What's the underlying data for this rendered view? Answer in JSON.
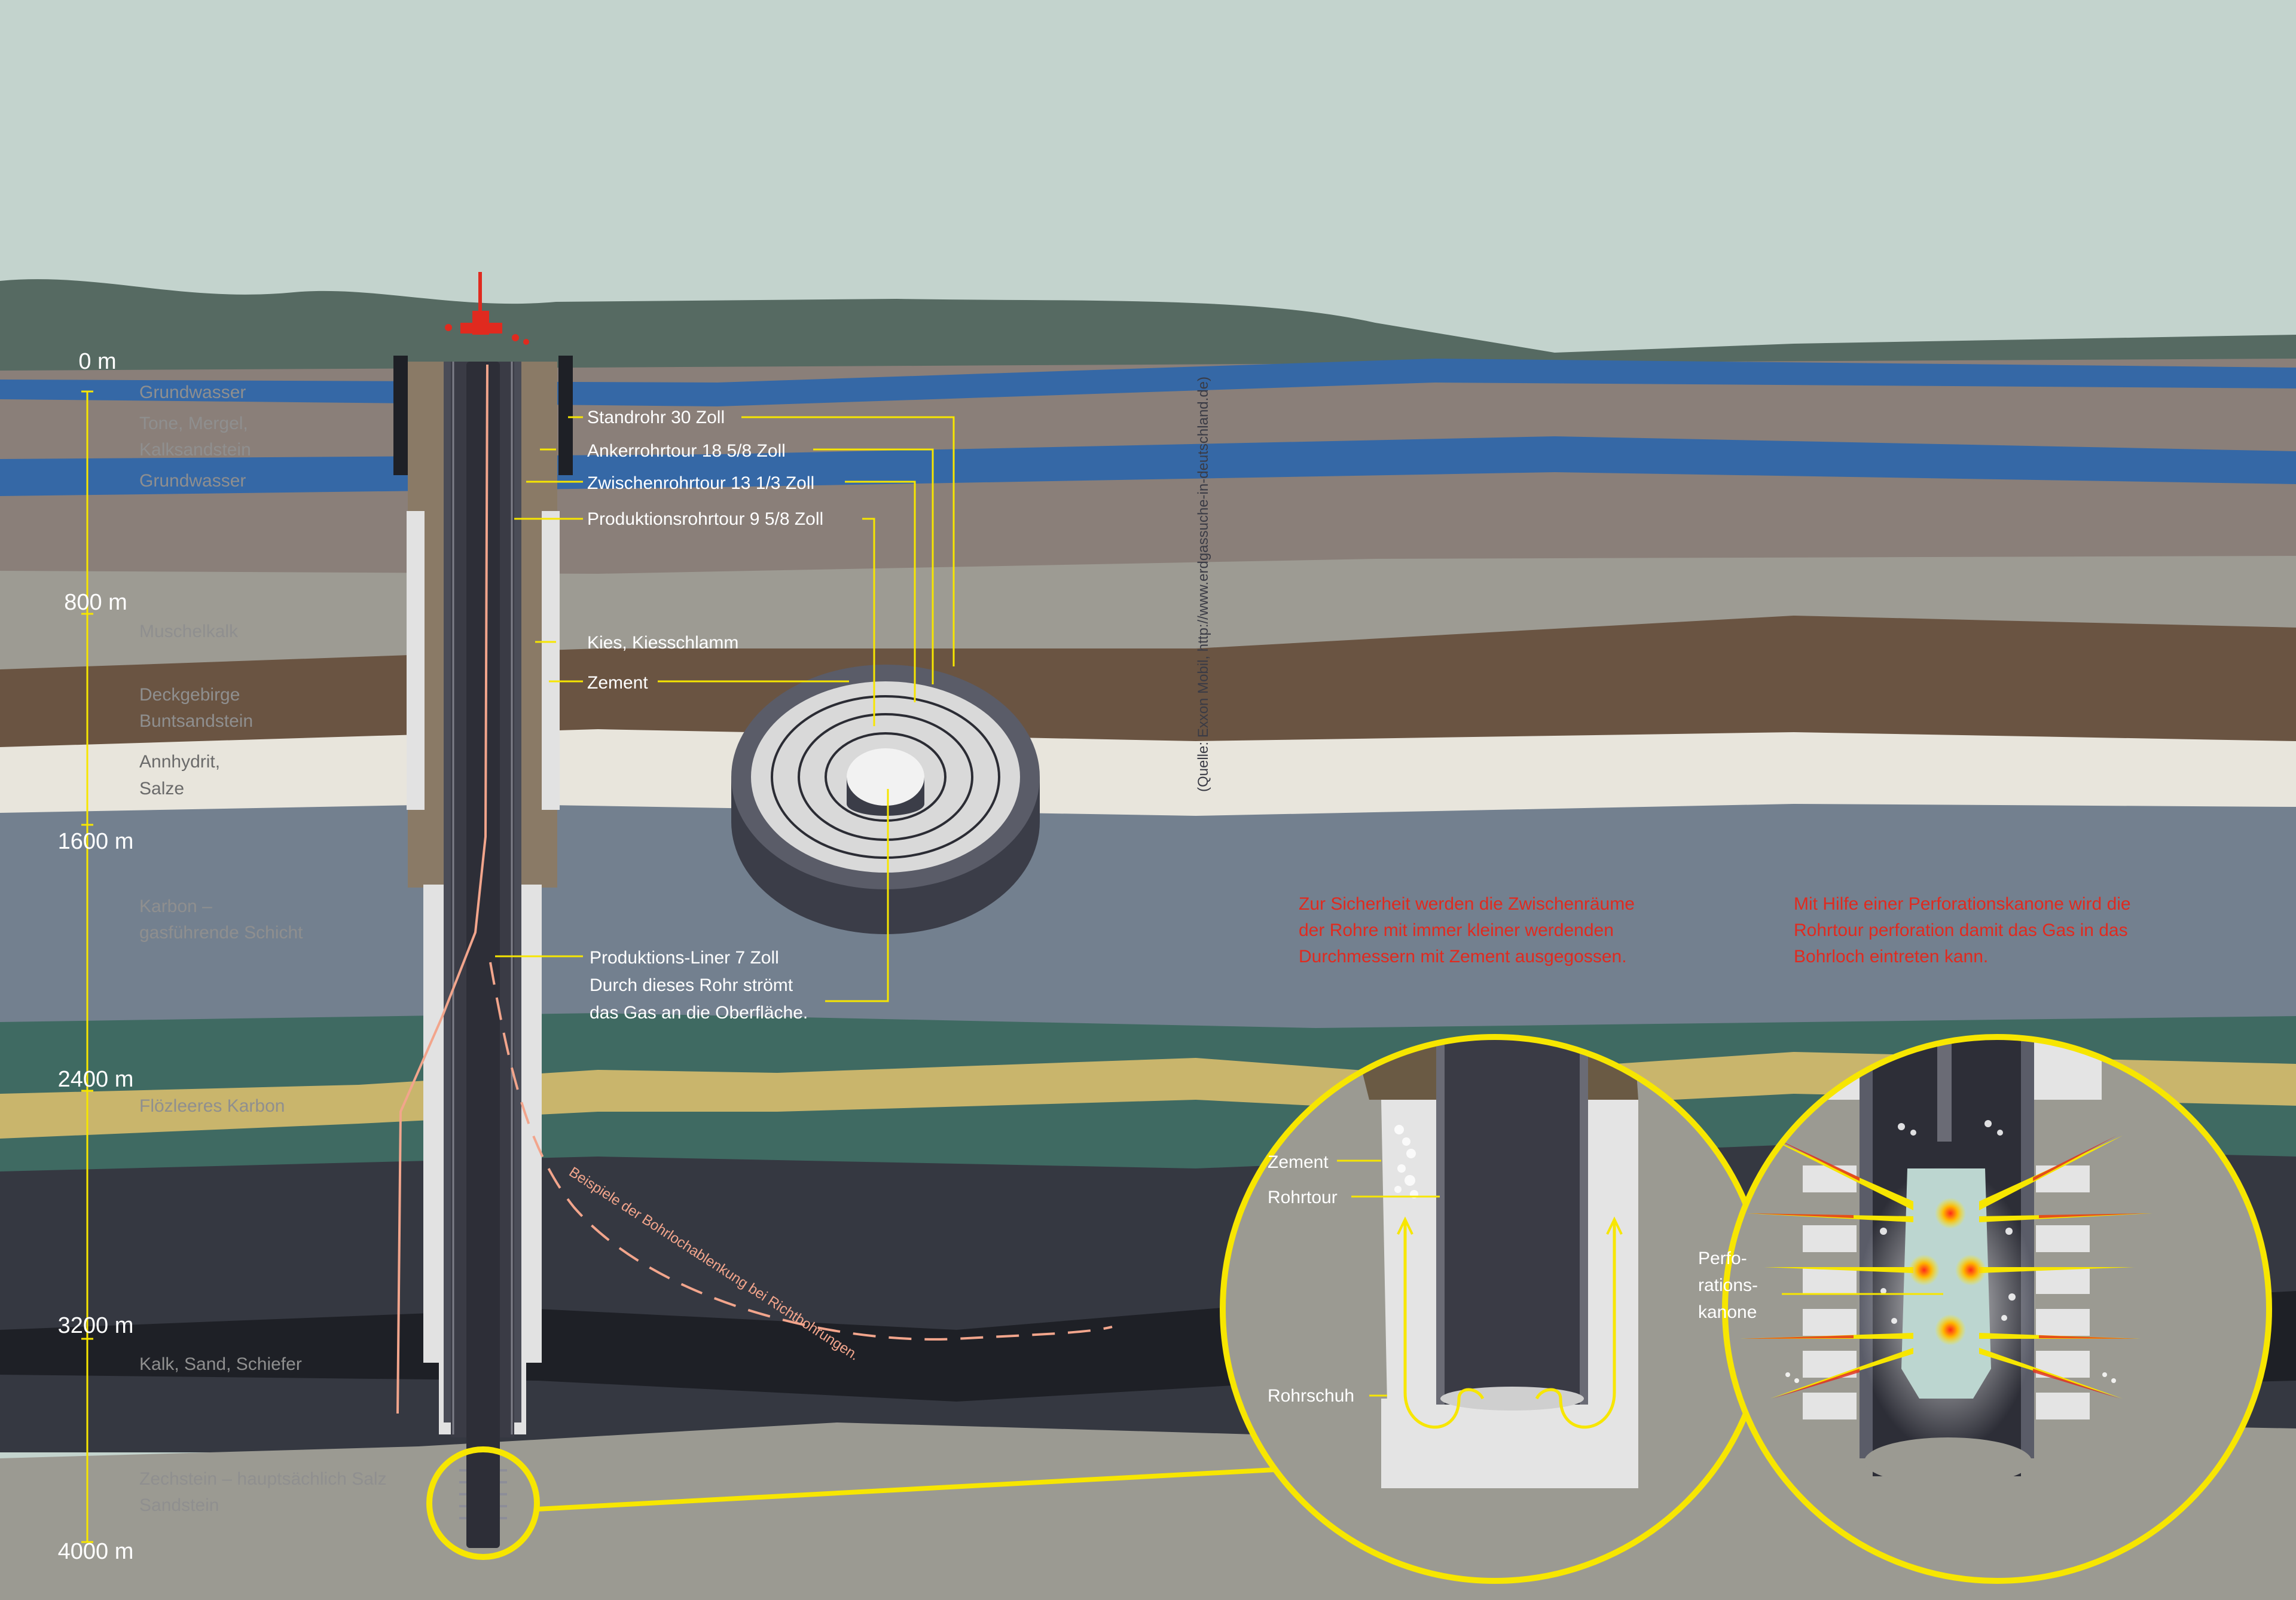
{
  "colors": {
    "sky": "#c3d3cd",
    "hill": "#566a62",
    "groundwater": "#3568a6",
    "clay": "#8a7f79",
    "muschelkalk": "#9d9b93",
    "buntsandstein": "#6a5442",
    "salt": "#e8e5dc",
    "karbon": "#73808f",
    "teal": "#3f6a62",
    "flozleer": "#c9b56c",
    "dark1": "#353841",
    "dark2": "#1e2026",
    "zechstein": "#9b9a92",
    "pipe": "#3a3b45",
    "cement": "#d8d8d8",
    "yellow": "#f7e600",
    "red": "#e02a1f",
    "salmon": "#f2a58c",
    "label_grey": "#8f8f8f",
    "label_white": "#ffffff"
  },
  "depths": [
    "0 m",
    "800 m",
    "1600 m",
    "2400 m",
    "3200 m",
    "4000 m"
  ],
  "layers": [
    [
      "Grundwasser"
    ],
    [
      "Tone, Mergel,",
      "Kalksandstein"
    ],
    [
      "Grundwasser"
    ],
    [
      "Muschelkalk"
    ],
    [
      "Deckgebirge",
      "Buntsandstein"
    ],
    [
      "Annhydrit,",
      "Salze"
    ],
    [
      "Karbon –",
      "gasführende Schicht"
    ],
    [
      "Flözleeres Karbon"
    ],
    [
      "Kalk, Sand, Schiefer"
    ],
    [
      "Zechstein – hauptsächlich Salz",
      "Sandstein"
    ]
  ],
  "callouts": [
    "Standrohr 30 Zoll",
    "Ankerrohrtour 18 5/8 Zoll",
    "Zwischenrohrtour 13 1/3 Zoll",
    "Produktionsrohrtour 9 5/8 Zoll",
    "Kies, Kiesschlamm",
    "Zement"
  ],
  "liner": [
    "Produktions-Liner 7 Zoll",
    "Durch dieses Rohr strömt",
    "das Gas an die Oberfläche."
  ],
  "source": "(Quelle: Exxon Mobil, http://www.erdgassuche-in-deutschland.de)",
  "deviation_label": "Beispiele der Bohrlochablenkung bei Richtbohrungen.",
  "note_left": [
    "Zur Sicherheit werden die Zwischenräume",
    "der Rohre mit immer kleiner werdenden",
    "Durchmessern mit Zement ausgegossen."
  ],
  "note_right": [
    "Mit Hilfe einer Perforationskanone wird die",
    "Rohrtour perforation damit das Gas in das",
    "Bohrloch eintreten kann."
  ],
  "detail1": {
    "zement": "Zement",
    "rohrtour": "Rohrtour",
    "rohrschuh": "Rohrschuh"
  },
  "detail2": {
    "kanone": [
      "Perfo-",
      "rations-",
      "kanone"
    ]
  }
}
